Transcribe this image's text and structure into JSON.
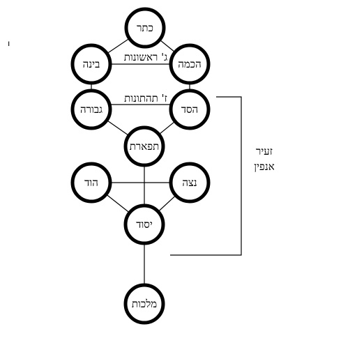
{
  "nodes": {
    "keter": "כתר",
    "chochmah": "הכמה",
    "binah": "בינה",
    "chesed": "הסד",
    "gevurah": "גבורה",
    "tiferet": "תפארת",
    "netzach": "נצה",
    "hod": "הוד",
    "yesod": "יסוד",
    "malchut": "מלכות"
  },
  "group_labels": {
    "upper_three": "ג' ראשונות",
    "lower_seven": "ז' תהתונות"
  },
  "side_label": {
    "line1": "זעיר",
    "line2": "אנפין"
  },
  "stray_mark": "ו"
}
